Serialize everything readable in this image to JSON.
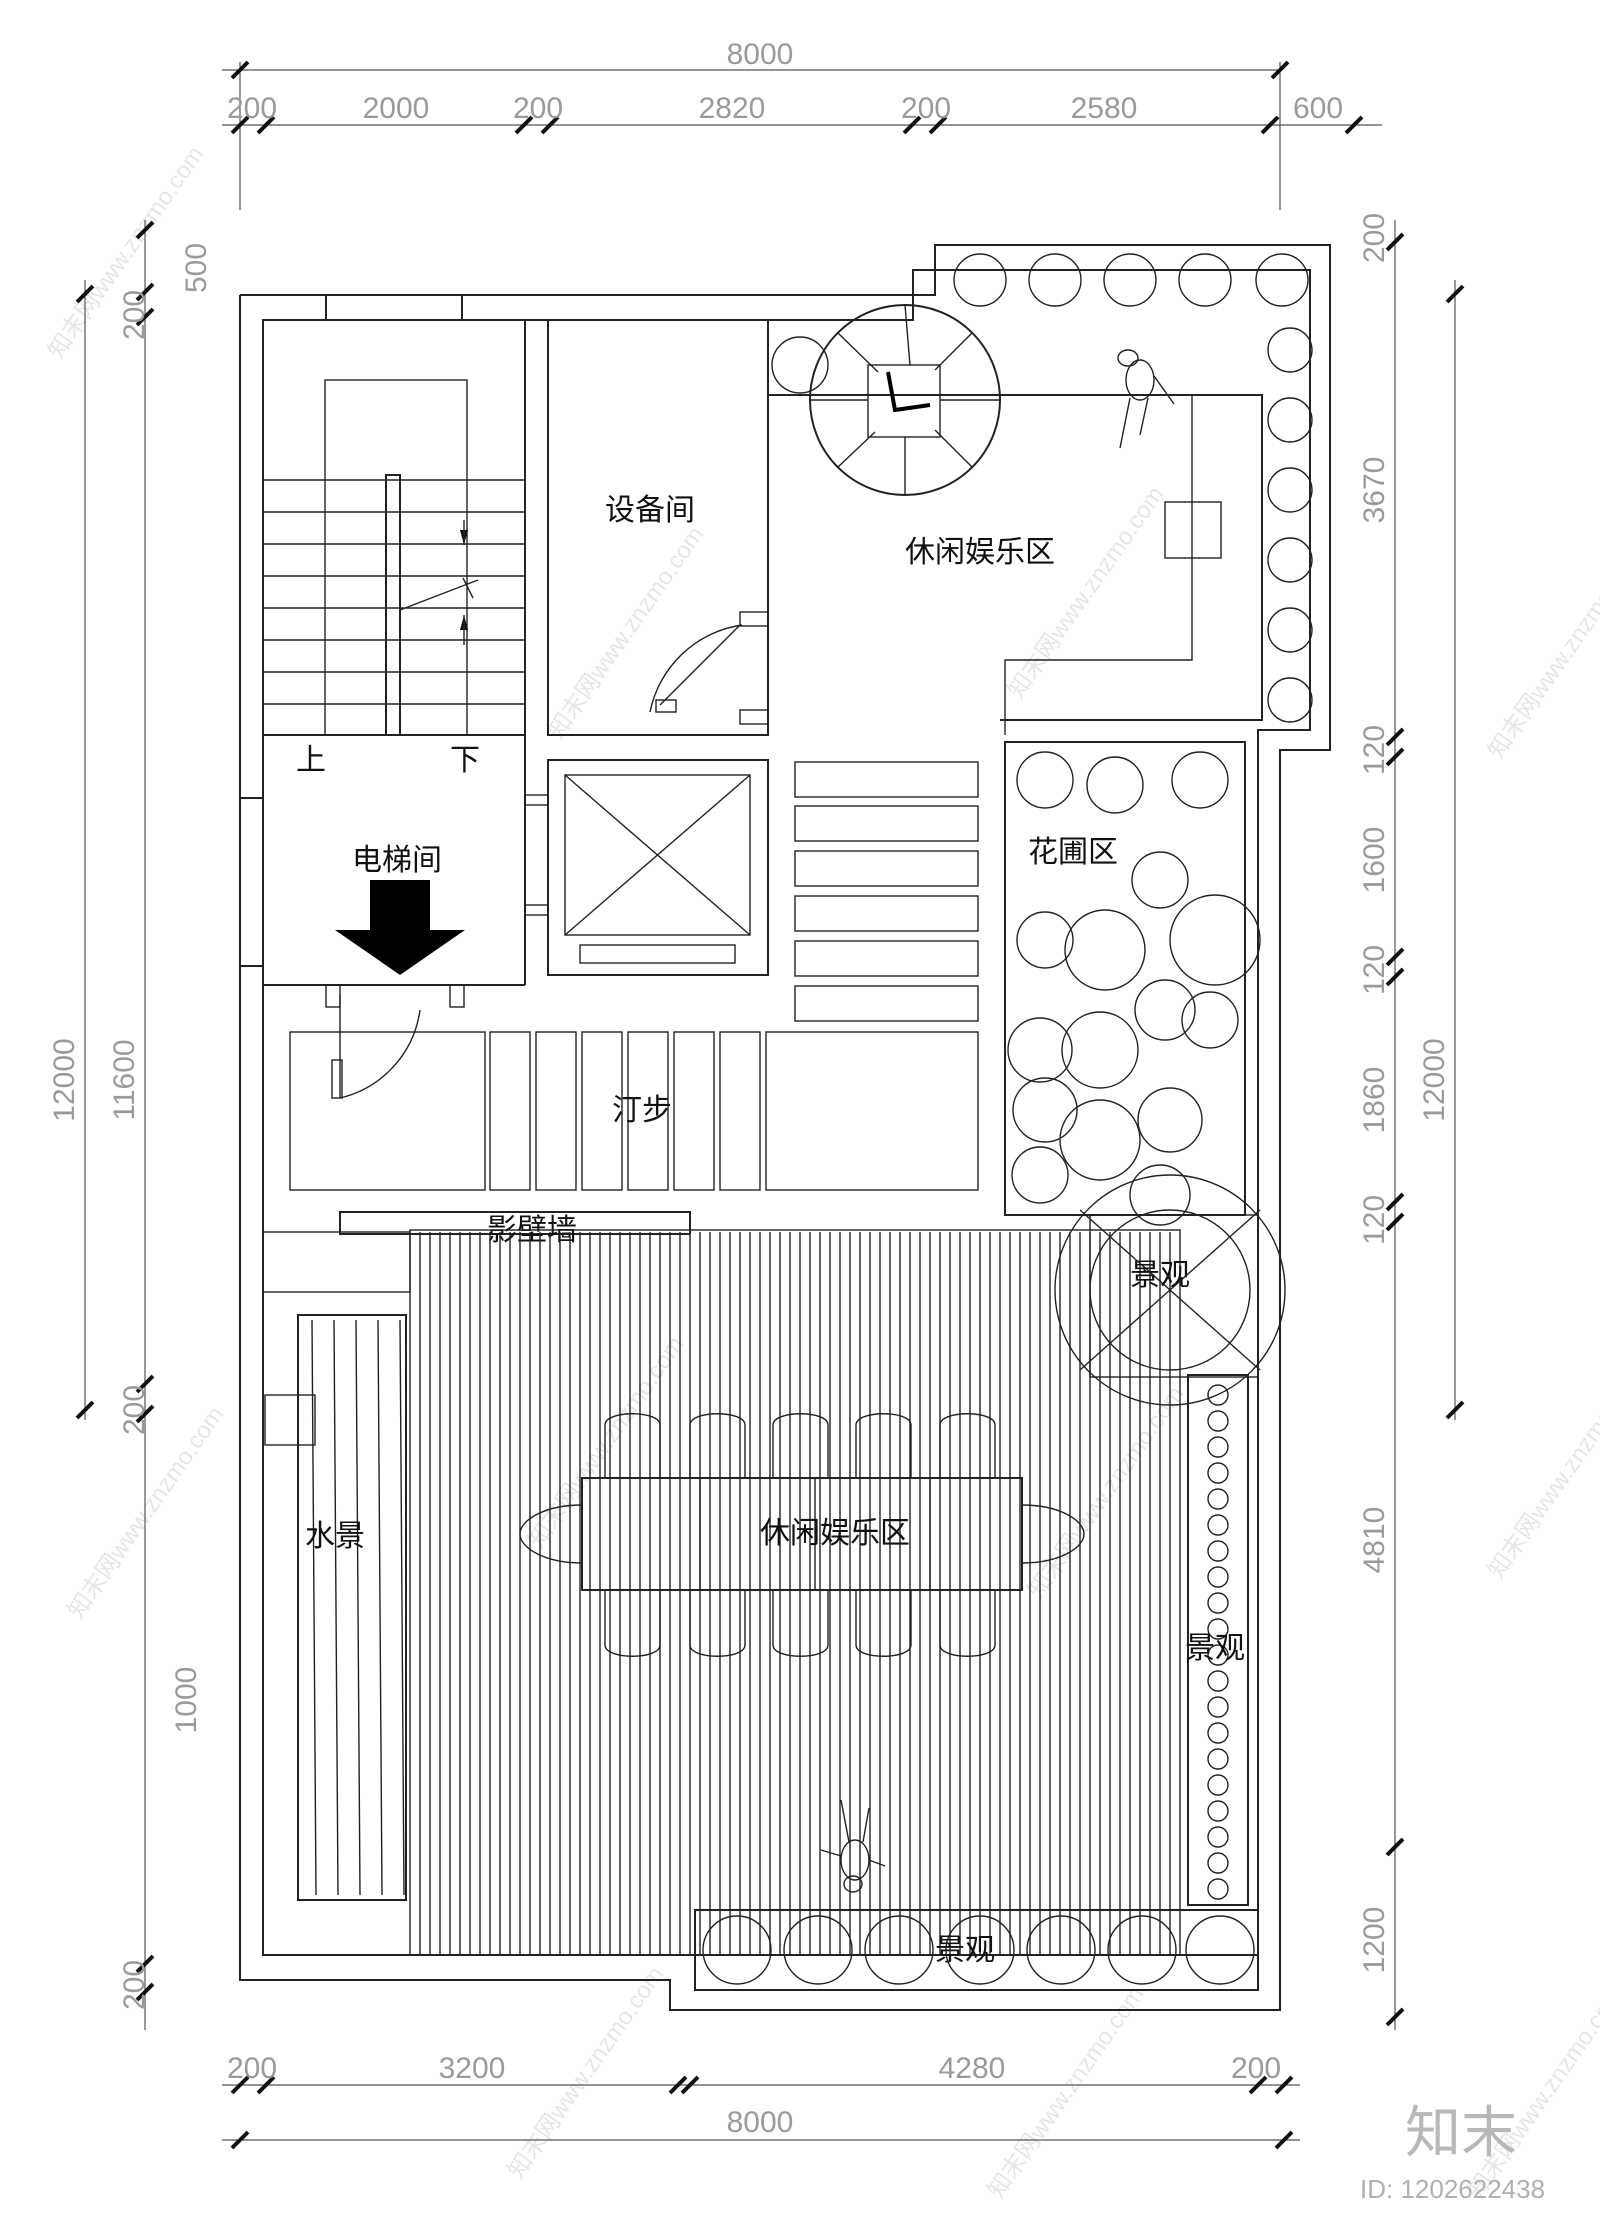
{
  "dimensions": {
    "top_total": "8000",
    "top_segments": [
      "200",
      "2000",
      "200",
      "2820",
      "200",
      "2580",
      "600"
    ],
    "bottom_total": "8000",
    "bottom_segments": [
      "200",
      "3200",
      "4280",
      "200"
    ],
    "left_total": "12000",
    "left_inner": "11600",
    "left_segments": [
      "500",
      "200",
      "200",
      "1000",
      "200"
    ],
    "right_total": "12000",
    "right_segments": [
      "200",
      "3670",
      "120",
      "1600",
      "120",
      "1860",
      "120",
      "4810",
      "1200"
    ]
  },
  "rooms": {
    "equipment_room": "设备间",
    "leisure_top": "休闲娱乐区",
    "stair_up": "上",
    "stair_down": "下",
    "elevator_hall": "电梯间",
    "flower_bed": "花圃区",
    "stepping_stones": "汀步",
    "screen_wall": "影壁墙",
    "landscape_1": "景观",
    "water_feature": "水景",
    "leisure_bottom": "休闲娱乐区",
    "landscape_2": "景观",
    "landscape_3": "景观"
  },
  "branding": {
    "logo_text": "知末",
    "id_text": "ID: 1202622438",
    "watermark": "知末网www.znzmo.com"
  }
}
